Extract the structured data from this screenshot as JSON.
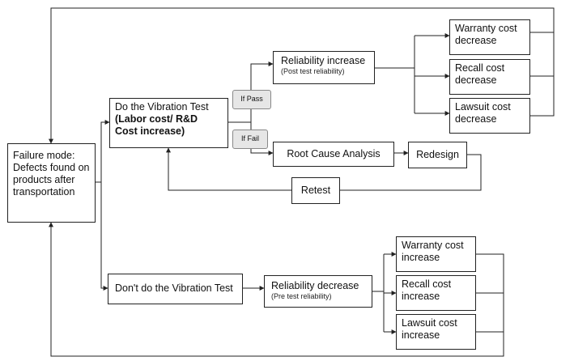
{
  "diagram": {
    "failure_mode": "Failure mode: Defects found on products after transportation",
    "vib_test": {
      "title": "Do the Vibration Test",
      "cost": "(Labor cost/ R&D Cost increase)"
    },
    "no_test": "Don't do the Vibration Test",
    "if_pass": "If Pass",
    "if_fail": "If Fail",
    "rel_increase": {
      "title": "Reliability increase",
      "sub": "(Post test reliability)"
    },
    "rel_decrease": {
      "title": "Reliability decrease",
      "sub": "(Pre test reliability)"
    },
    "root_cause": "Root Cause Analysis",
    "redesign": "Redesign",
    "retest": "Retest",
    "warranty_decrease": "Warranty cost decrease",
    "recall_decrease": "Recall cost decrease",
    "lawsuit_decrease": "Lawsuit cost decrease",
    "warranty_increase": "Warranty cost increase",
    "recall_increase": "Recall cost increase",
    "lawsuit_increase": "Lawsuit cost increase"
  }
}
